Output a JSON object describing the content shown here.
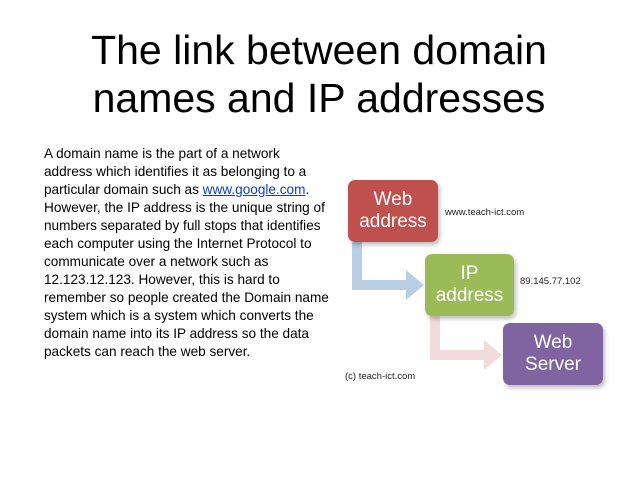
{
  "title": {
    "line1": "The link between domain",
    "line2": "names and IP addresses"
  },
  "body": {
    "text_before_link": "A domain name is the part of a network address which identifies it as belonging to a particular domain such as ",
    "link_text": "www.google.com",
    "text_after_link": ". However, the IP address is the unique string of numbers separated by full stops that identifies each computer using the Internet Protocol to communicate over a network such as 12.123.12.123. However, this is hard to remember so people created the Domain name system which is a system which converts the domain name into its IP address so the data packets can reach the web server."
  },
  "diagram": {
    "boxes": {
      "web_address": {
        "line1": "Web",
        "line2": "address",
        "color": "#c0504d"
      },
      "ip_address": {
        "line1": "IP",
        "line2": "address",
        "color": "#9bbb59"
      },
      "web_server": {
        "line1": "Web",
        "line2": "Server",
        "color": "#8064a2"
      }
    },
    "labels": {
      "web_address_example": "www.teach-ict.com",
      "ip_address_example": "89.145.77.102",
      "copyright": "(c) teach-ict.com"
    },
    "arrow_colors": {
      "first": "#b9cde5",
      "second": "#f2dcdb"
    }
  }
}
